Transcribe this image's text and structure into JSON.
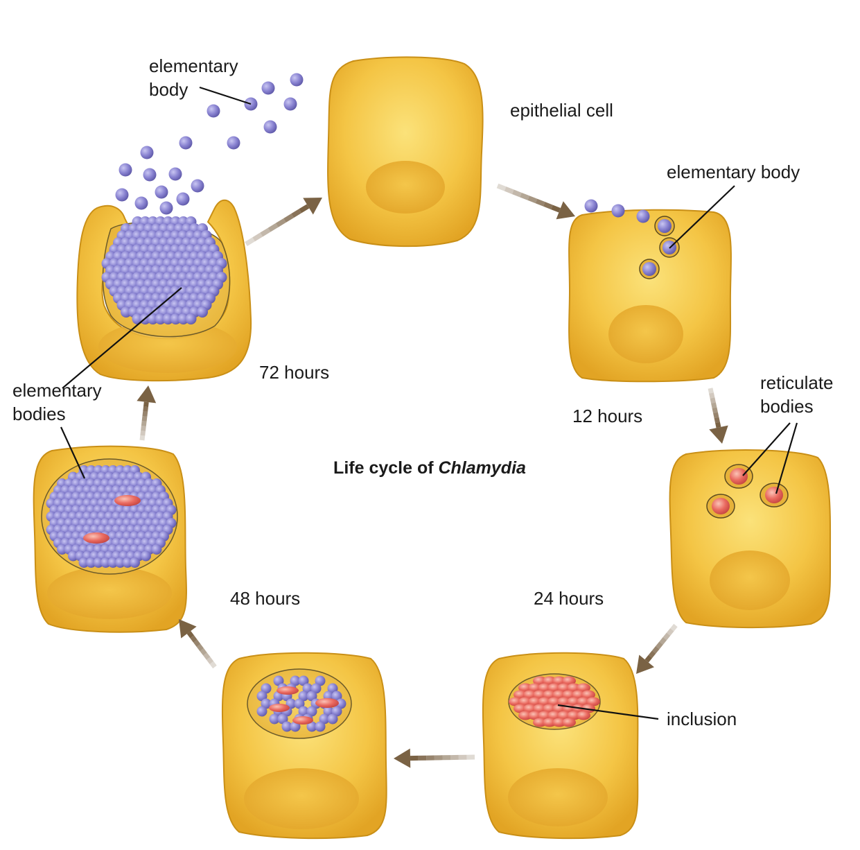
{
  "title": {
    "prefix": "Life cycle of ",
    "organism": "Chlamydia"
  },
  "labels": {
    "elementary_body_top": [
      "elementary",
      "body"
    ],
    "epithelial_cell": "epithelial cell",
    "elementary_body_right": "elementary body",
    "reticulate_bodies": [
      "reticulate",
      "bodies"
    ],
    "inclusion": "inclusion",
    "elementary_bodies_left": [
      "elementary",
      "bodies"
    ]
  },
  "stages": {
    "t12": "12 hours",
    "t24": "24 hours",
    "t48": "48 hours",
    "t72": "72 hours"
  },
  "colors": {
    "cell_fill": "#f2c142",
    "cell_edge": "#c98f16",
    "nucleus": "#e9ad2a",
    "elementary_body": "#8c86d0",
    "reticulate_body": "#e6605a",
    "arrow": "#7a6244"
  }
}
